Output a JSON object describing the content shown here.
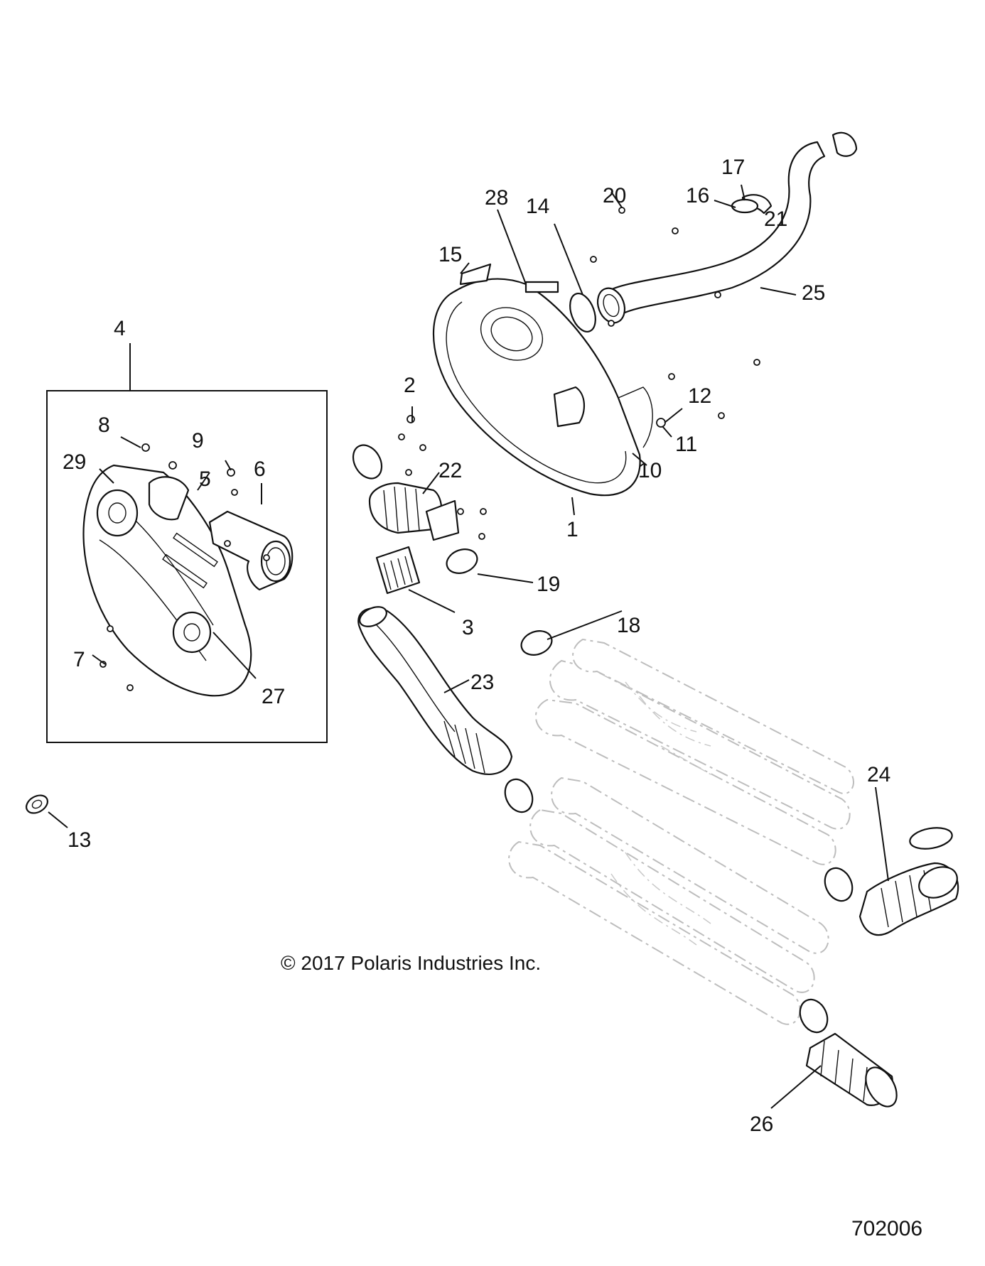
{
  "copyright": "© 2017 Polaris Industries Inc.",
  "drawing_number": "702006",
  "callouts": {
    "c1": "1",
    "c2": "2",
    "c3": "3",
    "c4": "4",
    "c5": "5",
    "c6": "6",
    "c7": "7",
    "c8": "8",
    "c9": "9",
    "c10": "10",
    "c11": "11",
    "c12": "12",
    "c13": "13",
    "c14": "14",
    "c15": "15",
    "c16": "16",
    "c17": "17",
    "c18": "18",
    "c19": "19",
    "c20": "20",
    "c21": "21",
    "c22": "22",
    "c23": "23",
    "c24": "24",
    "c25": "25",
    "c26": "26",
    "c27": "27",
    "c28": "28",
    "c29": "29"
  }
}
